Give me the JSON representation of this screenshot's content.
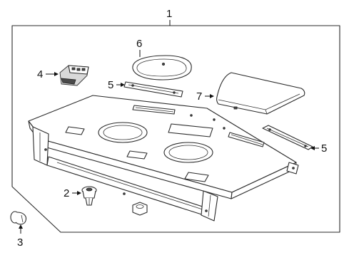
{
  "callouts": [
    {
      "id": "c1",
      "label": "1"
    },
    {
      "id": "c2",
      "label": "2"
    },
    {
      "id": "c3",
      "label": "3"
    },
    {
      "id": "c4",
      "label": "4"
    },
    {
      "id": "c5a",
      "label": "5"
    },
    {
      "id": "c5b",
      "label": "5"
    },
    {
      "id": "c6",
      "label": "6"
    },
    {
      "id": "c7",
      "label": "7"
    }
  ],
  "colors": {
    "line": "#2a2a2a",
    "background": "#ffffff",
    "shade": "#d9d9d9"
  }
}
